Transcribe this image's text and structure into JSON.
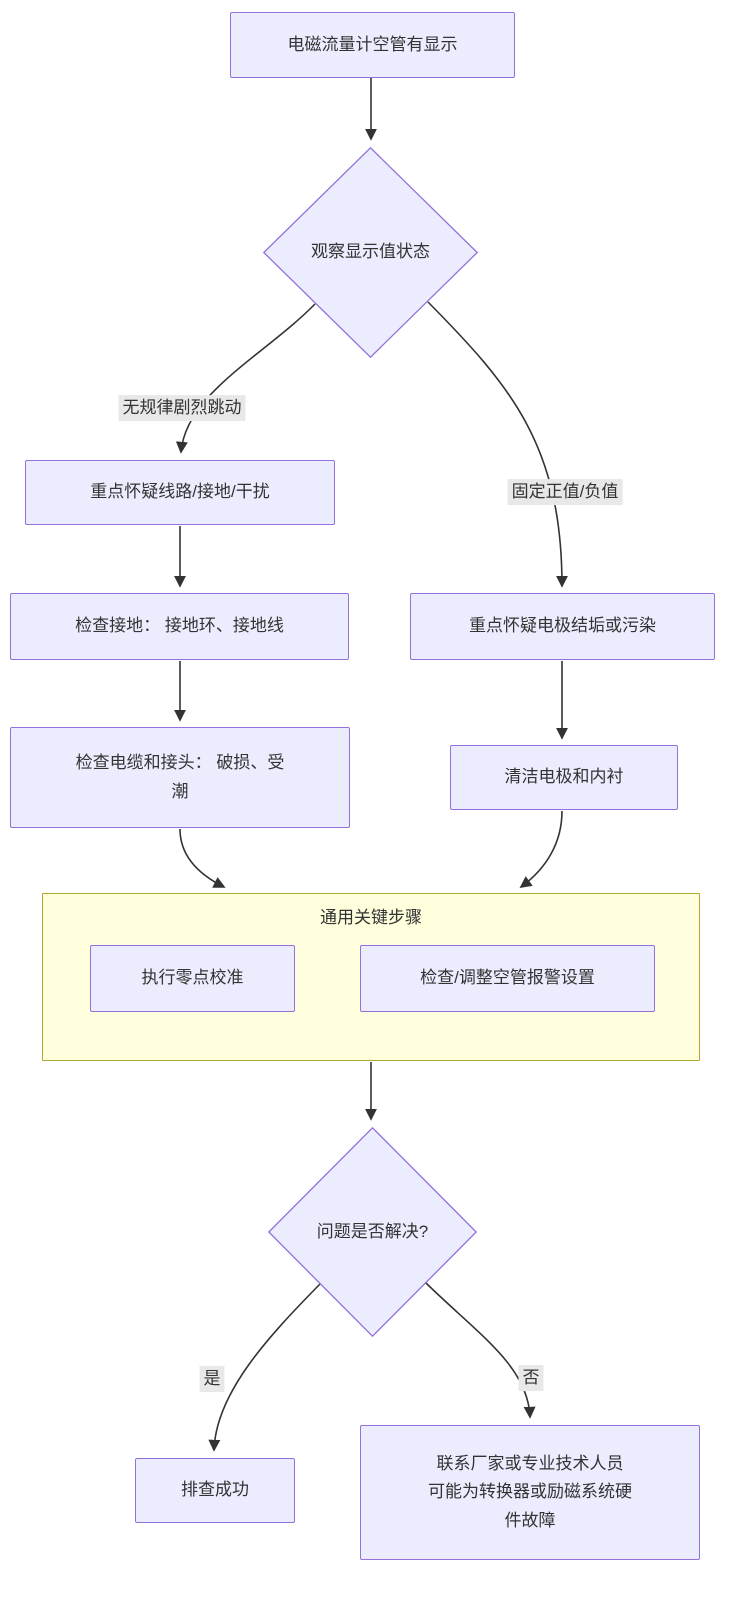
{
  "palette": {
    "background": "#FFFFFF",
    "node_fill": "#ECECFF",
    "node_border": "#9370DB",
    "container_fill": "#FFFFDE",
    "container_border": "#AAAA33",
    "edge_label_bg": "#E8E8E8",
    "arrow_color": "#333333",
    "text_color": "#333333"
  },
  "flowchart": {
    "nodes": {
      "start": {
        "label": "电磁流量计空管有显示"
      },
      "decision_display": {
        "label": "观察显示值状态"
      },
      "suspect_wiring": {
        "label": "重点怀疑线路/接地/干扰"
      },
      "check_grounding": {
        "label": "检查接地： 接地环、接地线"
      },
      "check_cables": {
        "label": "检查电缆和接头： 破损、受潮"
      },
      "suspect_electrode": {
        "label": "重点怀疑电极结垢或污染"
      },
      "clean_electrode": {
        "label": "清洁电极和内衬"
      },
      "common_steps": {
        "title": "通用关键步骤",
        "zero_calibration": "执行零点校准",
        "alarm_setting": "检查/调整空管报警设置"
      },
      "decision_resolved": {
        "label": "问题是否解决?"
      },
      "success": {
        "label": "排查成功"
      },
      "contact": {
        "line1": "联系厂家或专业技术人员",
        "line2": "可能为转换器或励磁系统硬件故障"
      }
    },
    "edge_labels": {
      "irregular": "无规律剧烈跳动",
      "fixed_value": "固定正值/负值",
      "yes": "是",
      "no": "否"
    }
  }
}
